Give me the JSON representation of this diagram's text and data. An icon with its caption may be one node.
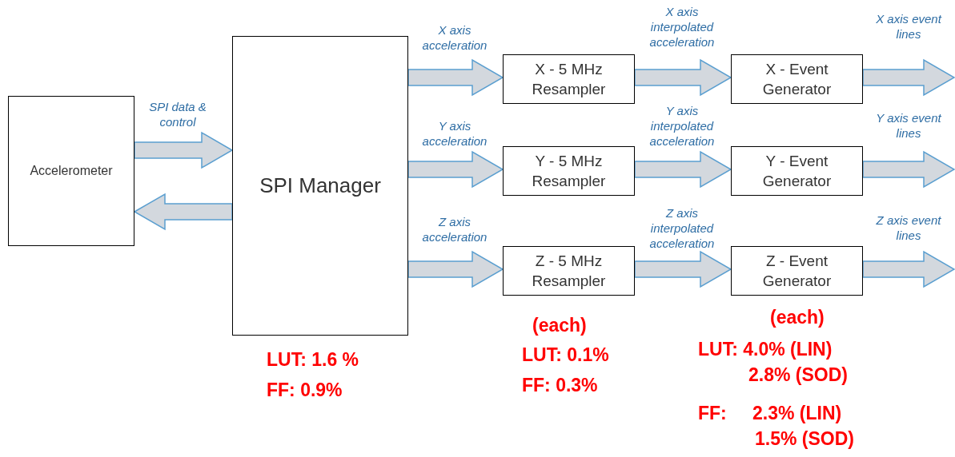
{
  "diagram": {
    "nodes": [
      {
        "text": [
          "Accelerometer"
        ]
      },
      {
        "text": [
          "SPI Manager"
        ]
      },
      {
        "text": [
          "X - 5 MHz Resampler"
        ]
      },
      {
        "text": [
          "X - Event Generator"
        ]
      },
      {
        "text": [
          "Y - 5 MHz Resampler"
        ]
      },
      {
        "text": [
          "Y - Event Generator"
        ]
      },
      {
        "text": [
          "Z - 5 MHz Resampler"
        ]
      },
      {
        "text": [
          "Z - Event Generator"
        ]
      }
    ],
    "edges": [
      {
        "from": 0,
        "to": 1,
        "arrow": "to",
        "label": "SPI data & control"
      },
      {
        "from": 1,
        "to": 0,
        "arrow": "to"
      },
      {
        "from": 1,
        "to": 2,
        "arrow": "to",
        "label": "X axis acceleration"
      },
      {
        "from": 1,
        "to": 4,
        "arrow": "to",
        "label": "Y axis acceleration"
      },
      {
        "from": 1,
        "to": 6,
        "arrow": "to",
        "label": "Z axis acceleration"
      },
      {
        "from": 2,
        "to": 3,
        "arrow": "to",
        "label": "X axis interpolated acceleration"
      },
      {
        "from": 4,
        "to": 5,
        "arrow": "to",
        "label": "Y axis interpolated acceleration"
      },
      {
        "from": 6,
        "to": 7,
        "arrow": "to",
        "label": "Z axis interpolated acceleration"
      },
      {
        "from": 3,
        "to": null,
        "arrow": "to",
        "label": "X axis event lines"
      },
      {
        "from": 5,
        "to": null,
        "arrow": "to",
        "label": "Y axis event lines"
      },
      {
        "from": 7,
        "to": null,
        "arrow": "to",
        "label": "Z axis event lines"
      }
    ],
    "labels": [
      "LUT: 1.6 %",
      "FF: 0.9%",
      "(each)",
      "LUT: 0.1%",
      "FF: 0.3%",
      "(each)",
      "LUT: 4.0% (LIN)",
      "2.8% (SOD)",
      "FF:",
      "2.3% (LIN)",
      "1.5% (SOD)"
    ]
  }
}
